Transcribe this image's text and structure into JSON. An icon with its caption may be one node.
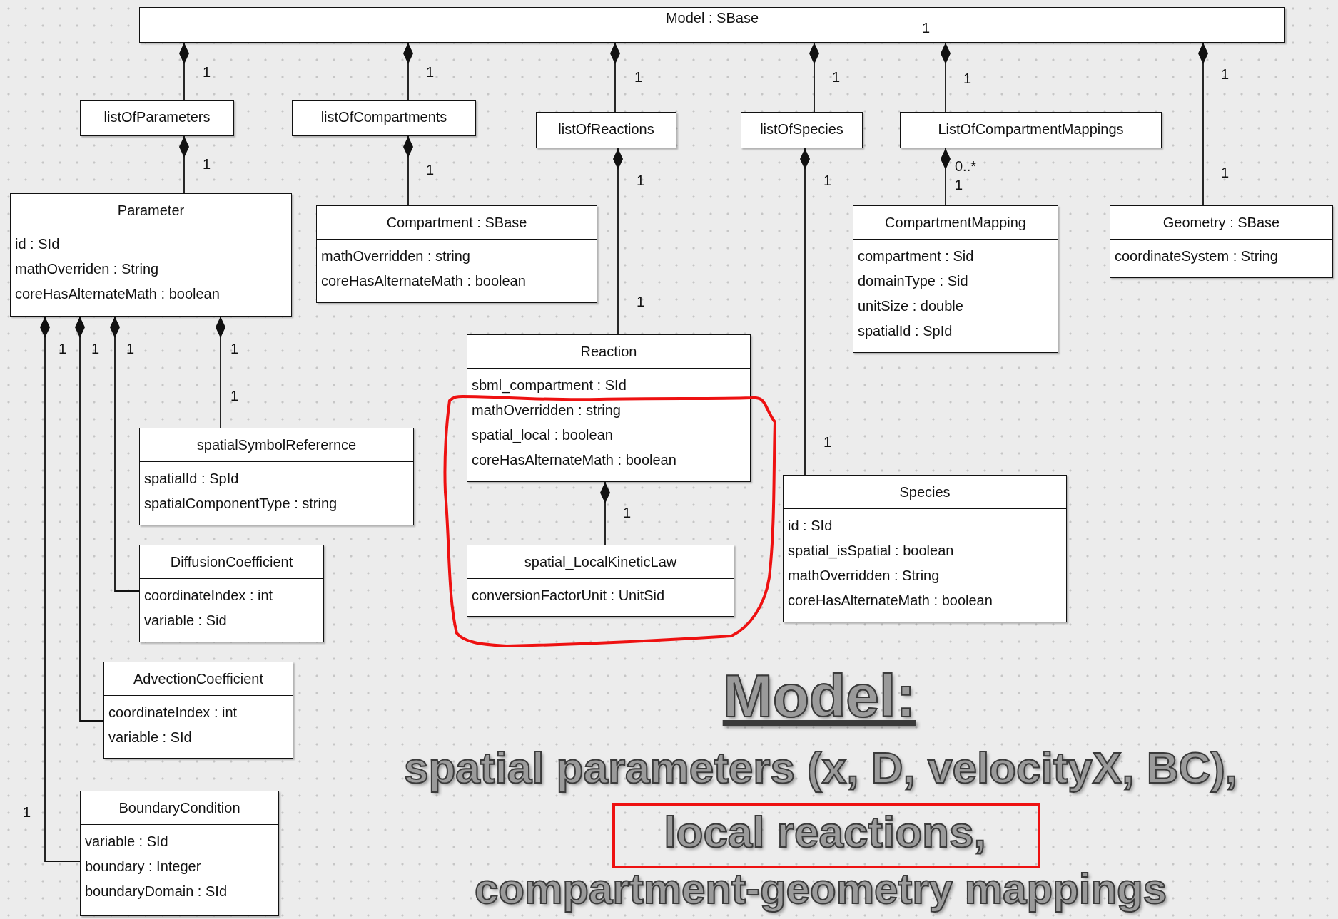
{
  "diagram": {
    "nodes": [
      {
        "text": [
          "Model : SBase"
        ]
      },
      {
        "text": [
          "listOfParameters"
        ]
      },
      {
        "text": [
          "listOfCompartments"
        ]
      },
      {
        "text": [
          "listOfReactions"
        ]
      },
      {
        "text": [
          "listOfSpecies"
        ]
      },
      {
        "text": [
          "ListOfCompartmentMappings"
        ]
      },
      {
        "text": [
          "Parameter",
          "id : SId",
          "mathOverriden : String",
          "coreHasAlternateMath : boolean"
        ]
      },
      {
        "text": [
          "Compartment : SBase",
          "mathOverridden : string",
          "coreHasAlternateMath : boolean"
        ]
      },
      {
        "text": [
          "CompartmentMapping",
          "compartment : Sid",
          "domainType : Sid",
          "unitSize : double",
          "spatialId : SpId"
        ]
      },
      {
        "text": [
          "Geometry : SBase",
          "coordinateSystem : String"
        ]
      },
      {
        "text": [
          "Reaction",
          "sbml_compartment : SId",
          "mathOverridden : string",
          "spatial_local : boolean",
          "coreHasAlternateMath : boolean"
        ]
      },
      {
        "text": [
          "spatialSymbolReferernce",
          "spatialId : SpId",
          "spatialComponentType : string"
        ]
      },
      {
        "text": [
          "Species",
          "id : SId",
          "spatial_isSpatial : boolean",
          "mathOverridden : String",
          "coreHasAlternateMath : boolean"
        ]
      },
      {
        "text": [
          "DiffusionCoefficient",
          "coordinateIndex : int",
          "variable : Sid"
        ]
      },
      {
        "text": [
          "spatial_LocalKineticLaw",
          "conversionFactorUnit : UnitSid"
        ]
      },
      {
        "text": [
          "AdvectionCoefficient",
          "coordinateIndex : int",
          "variable : SId"
        ]
      },
      {
        "text": [
          "BoundaryCondition",
          "variable : SId",
          "boundary : Integer",
          "boundaryDomain : SId"
        ]
      }
    ],
    "edges": [
      {
        "from": 0,
        "to": 1,
        "arrow": "other"
      },
      {
        "from": 0,
        "to": 2,
        "arrow": "other"
      },
      {
        "from": 0,
        "to": 3,
        "arrow": "other"
      },
      {
        "from": 0,
        "to": 4,
        "arrow": "other"
      },
      {
        "from": 0,
        "to": 5,
        "arrow": "other"
      },
      {
        "from": 0,
        "to": 9,
        "arrow": "other"
      },
      {
        "from": 1,
        "to": 6,
        "arrow": "other"
      },
      {
        "from": 2,
        "to": 7,
        "arrow": "other"
      },
      {
        "from": 3,
        "to": 10,
        "arrow": "other"
      },
      {
        "from": 4,
        "to": 12,
        "arrow": "other"
      },
      {
        "from": 5,
        "to": 8,
        "arrow": "other"
      },
      {
        "from": 6,
        "to": 16,
        "arrow": "other"
      },
      {
        "from": 6,
        "to": 15,
        "arrow": "other"
      },
      {
        "from": 6,
        "to": 13,
        "arrow": "other"
      },
      {
        "from": 6,
        "to": 11,
        "arrow": "other"
      },
      {
        "from": 10,
        "to": 14,
        "arrow": "other"
      }
    ],
    "labels": [
      "1",
      "1",
      "1",
      "1",
      "1",
      "1",
      "1",
      "1",
      "1",
      "1",
      "1",
      "0..*",
      "1",
      "1",
      "1",
      "1",
      "1",
      "1",
      "1",
      "1",
      "1",
      "1",
      "1",
      "Model:",
      "spatial parameters (x, D, velocityX, BC),",
      "local reactions,",
      "compartment-geometry mappings"
    ]
  }
}
